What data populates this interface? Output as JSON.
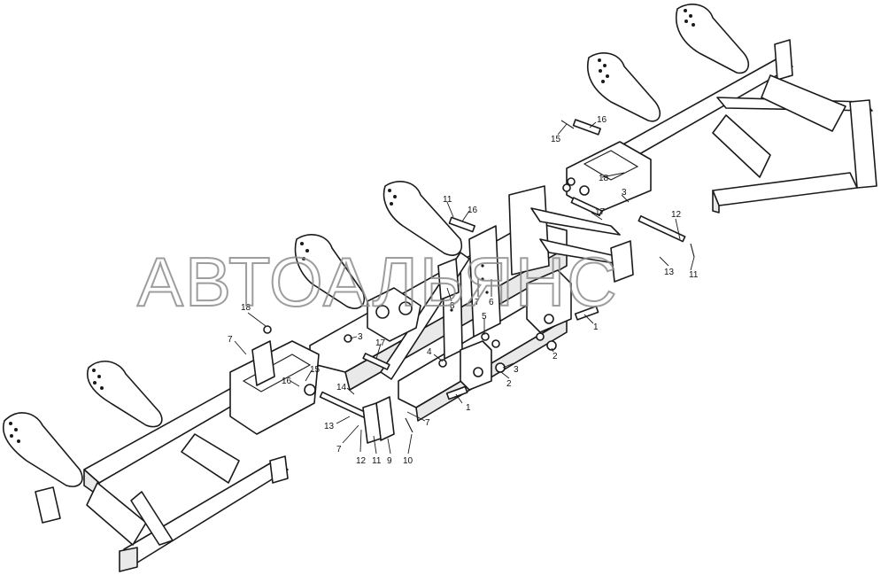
{
  "watermark": "АВТОАЛЬЯНС",
  "colors": {
    "line": "#1a1a1a",
    "watermark": "#8c8c8c",
    "background": "#ffffff"
  },
  "callouts": {
    "c1": "16",
    "c2": "15",
    "c3": "18",
    "c4": "3",
    "c5": "17",
    "c6": "12",
    "c7": "13",
    "c8": "11",
    "c9": "11",
    "c10": "16",
    "c11": "7",
    "c12": "6",
    "c13": "5",
    "c14": "1",
    "c15": "8",
    "c16": "2",
    "c17": "3",
    "c18": "2",
    "c19": "4",
    "c20": "3",
    "c21": "17",
    "c22": "18",
    "c23": "7",
    "c24": "15",
    "c25": "16",
    "c26": "14",
    "c27": "13",
    "c28": "1",
    "c29": "7",
    "c30": "7",
    "c31": "12",
    "c32": "11",
    "c33": "9",
    "c34": "10"
  }
}
